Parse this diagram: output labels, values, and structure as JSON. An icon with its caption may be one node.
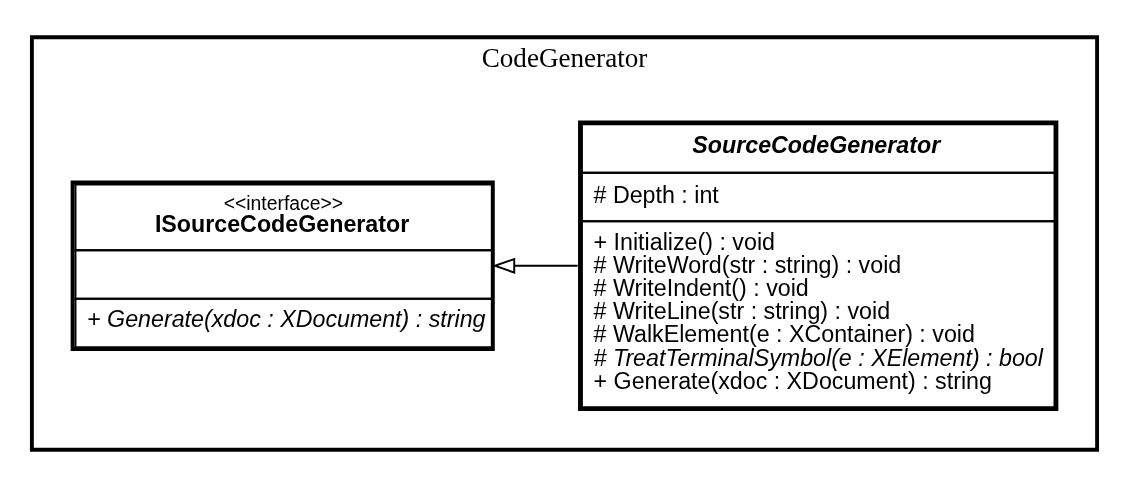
{
  "diagram": {
    "nodes": [
      {
        "text": [
          "CodeGenerator"
        ]
      },
      {
        "text": [
          "<<interface>>",
          "ISourceCodeGenerator",
          "+ Generate(xdoc : XDocument) : string"
        ],
        "in": 0
      },
      {
        "text": [
          "SourceCodeGenerator",
          "# Depth : int",
          "+ Initialize() : void",
          "# WriteWord(str : string) : void",
          "# WriteIndent() : void",
          "# WriteLine(str : string) : void",
          "# WalkElement(e : XContainer) : void",
          "# TreatTerminalSymbol(e : XElement) : bool",
          "+ Generate(xdoc : XDocument) : string"
        ],
        "in": 0
      }
    ],
    "edges": [
      {
        "from": 2,
        "to": 1,
        "arrow": "to"
      }
    ]
  }
}
